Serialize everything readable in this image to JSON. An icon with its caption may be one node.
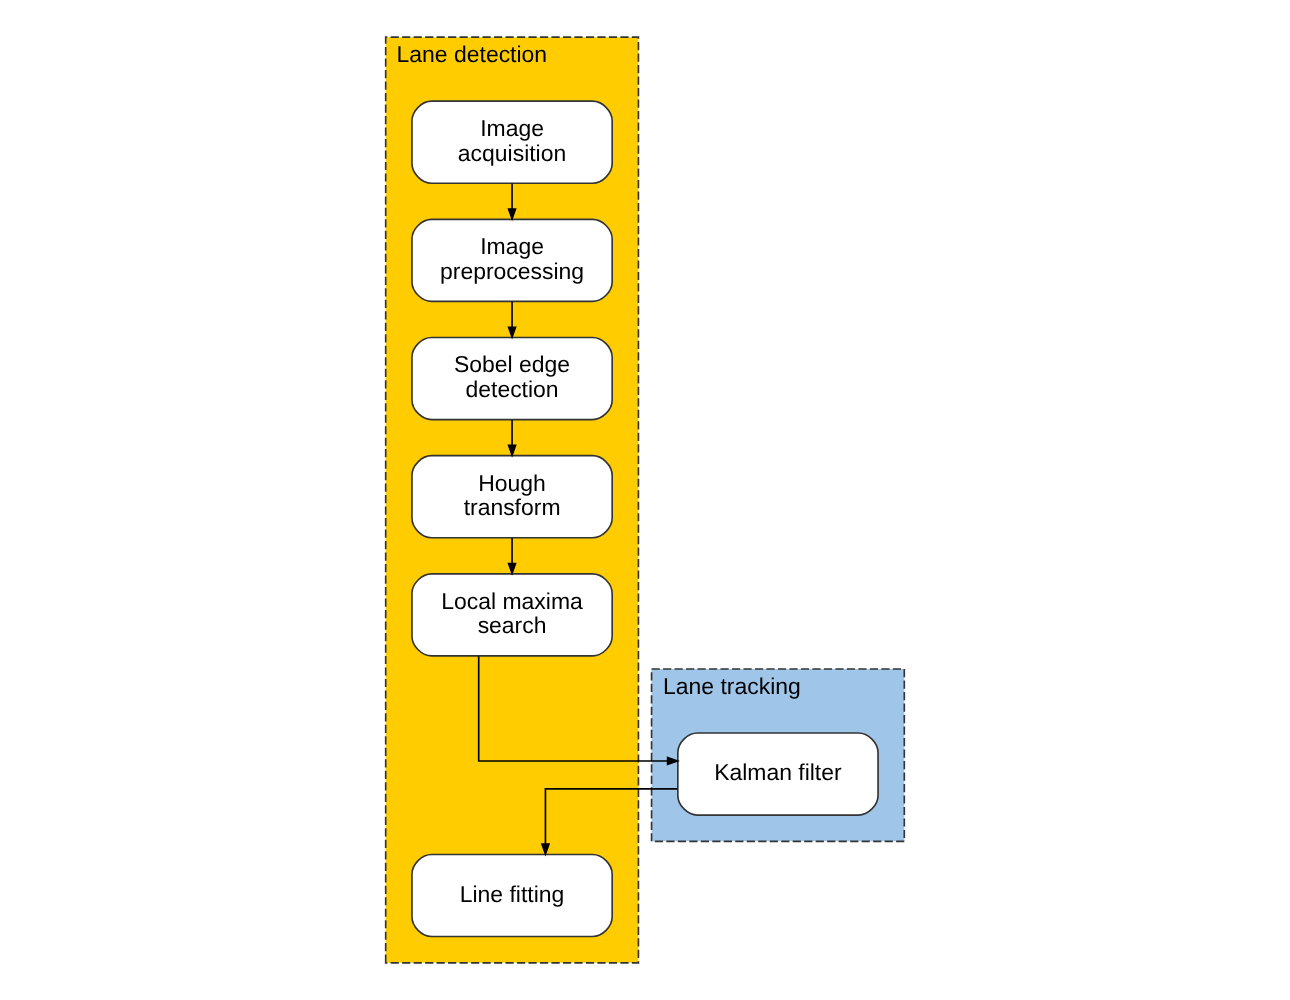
{
  "diagram": {
    "nodes": [
      {
        "text": [
          "Lane detection"
        ]
      },
      {
        "text": [
          "Image acquisition"
        ],
        "in": 0
      },
      {
        "text": [
          "Image preprocessing"
        ],
        "in": 0
      },
      {
        "text": [
          "Sobel edge detection"
        ],
        "in": 0
      },
      {
        "text": [
          "Hough transform"
        ],
        "in": 0
      },
      {
        "text": [
          "Local maxima search"
        ],
        "in": 0
      },
      {
        "text": [
          "Line fitting"
        ],
        "in": 0
      },
      {
        "text": [
          "Lane tracking"
        ]
      },
      {
        "text": [
          "Kalman filter"
        ],
        "in": 7
      }
    ],
    "edges": [
      {
        "from": 1,
        "to": 2,
        "arrow": "to"
      },
      {
        "from": 2,
        "to": 3,
        "arrow": "to"
      },
      {
        "from": 3,
        "to": 4,
        "arrow": "to"
      },
      {
        "from": 4,
        "to": 5,
        "arrow": "to"
      },
      {
        "from": 5,
        "to": 8,
        "arrow": "to"
      },
      {
        "from": 8,
        "to": 6,
        "arrow": "to"
      }
    ]
  }
}
